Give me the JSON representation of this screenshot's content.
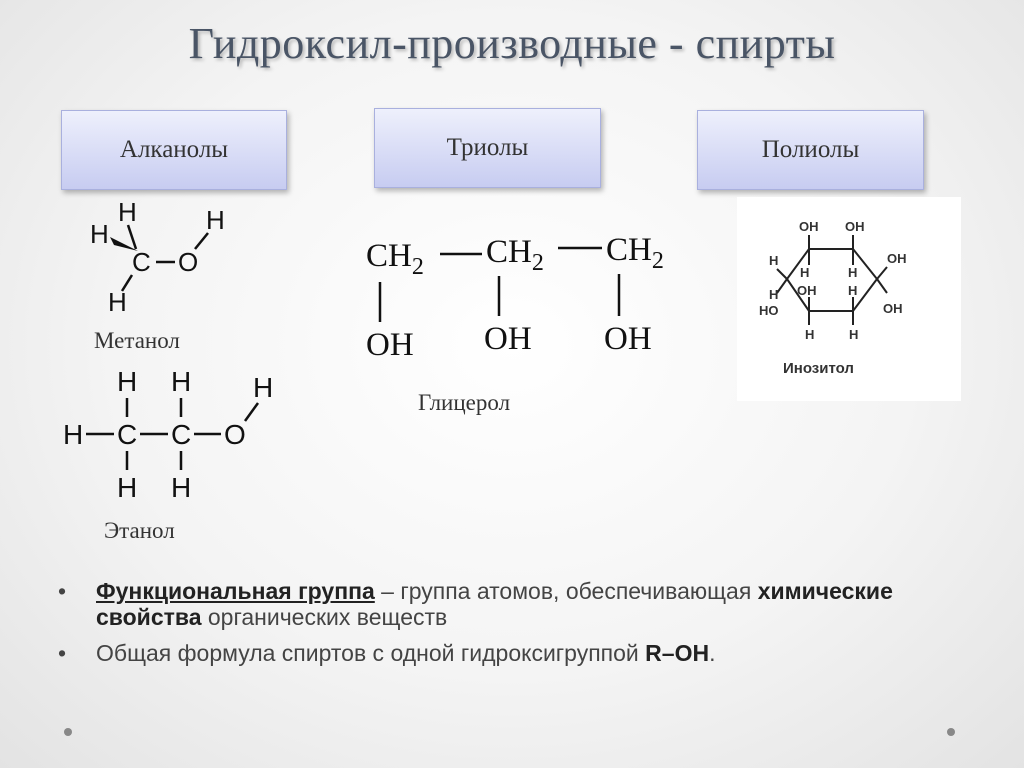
{
  "slide": {
    "title": "Гидроксил-производные - спирты",
    "categories": [
      "Алканолы",
      "Триолы",
      "Полиолы"
    ]
  },
  "methanol": {
    "caption": "Метанол",
    "atoms": {
      "h_top": "H",
      "h_left": "H",
      "h_bottom": "H",
      "h_right": "H",
      "c": "C",
      "o": "O"
    }
  },
  "ethanol": {
    "caption": "Этанол",
    "atoms": {
      "h": "H",
      "c": "C",
      "o": "O"
    }
  },
  "glycerol": {
    "caption": "Глицерол",
    "ch2": "CH",
    "sub": "2",
    "oh": "OH"
  },
  "inositol": {
    "caption": "Инозитол",
    "oh": "OH",
    "h": "H",
    "ho": "HO"
  },
  "bullets": {
    "b1_term": "Функциональная группа",
    "b1_text1": " – группа атомов, обеспечивающая ",
    "b1_bold": "химические свойства",
    "b1_text2": " органических веществ",
    "b2_text": "Общая формула спиртов с одной гидроксигруппой ",
    "b2_formula": "R–OH",
    "b2_end": "."
  },
  "colors": {
    "title": "#4a5566",
    "box_top": "#eef0fc",
    "box_bottom": "#c7ccf1",
    "text": "#333333"
  }
}
